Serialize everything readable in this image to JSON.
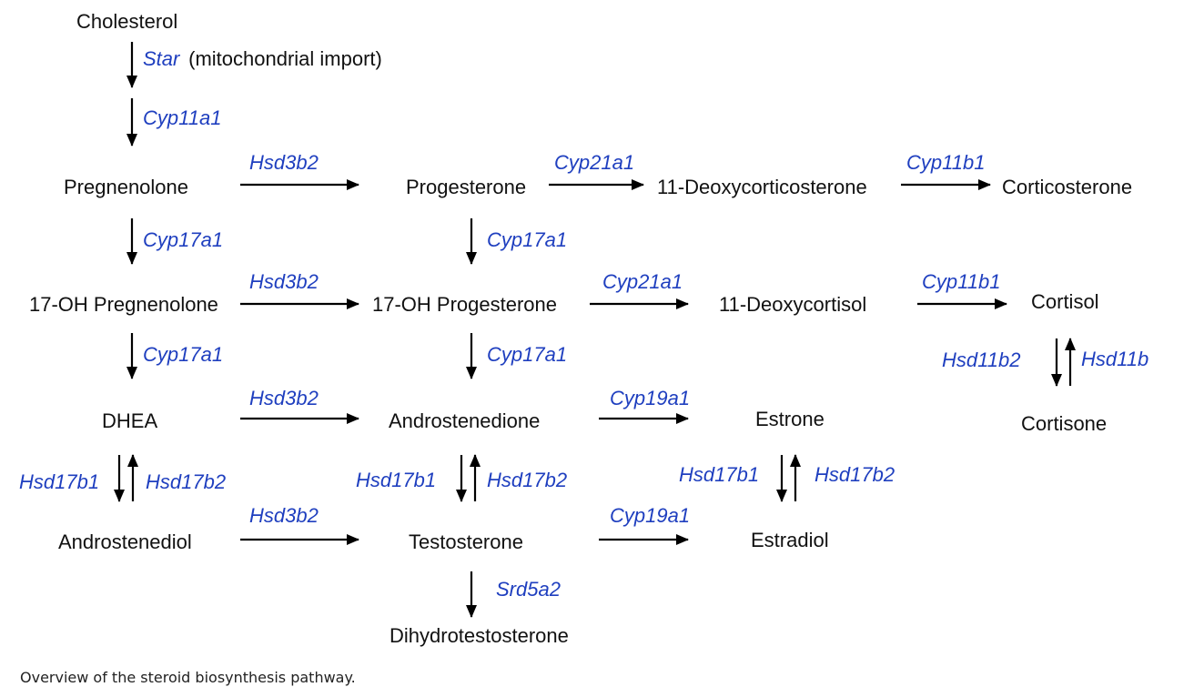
{
  "colors": {
    "text": "#111111",
    "enzyme": "#1f3fbf",
    "arrow": "#000000"
  },
  "compounds": {
    "cholesterol": "Cholesterol",
    "pregnenolone": "Pregnenolone",
    "progesterone": "Progesterone",
    "deoxycorticosterone": "11-Deoxycorticosterone",
    "corticosterone": "Corticosterone",
    "oh_pregnenolone": "17-OH Pregnenolone",
    "oh_progesterone": "17-OH Progesterone",
    "deoxycortisol": "11-Deoxycortisol",
    "cortisol": "Cortisol",
    "dhea": "DHEA",
    "androstenedione": "Androstenedione",
    "estrone": "Estrone",
    "cortisone": "Cortisone",
    "androstenediol": "Androstenediol",
    "testosterone": "Testosterone",
    "estradiol": "Estradiol",
    "dihydrotestosterone": "Dihydrotestosterone"
  },
  "enzymes": {
    "star": "Star",
    "star_note": " (mitochondrial import)",
    "cyp11a1": "Cyp11a1",
    "hsd3b2_1": "Hsd3b2",
    "cyp21a1_1": "Cyp21a1",
    "cyp11b1_1": "Cyp11b1",
    "cyp17a1_1": "Cyp17a1",
    "cyp17a1_2": "Cyp17a1",
    "hsd3b2_2": "Hsd3b2",
    "cyp21a1_2": "Cyp21a1",
    "cyp11b1_2": "Cyp11b1",
    "cyp17a1_3": "Cyp17a1",
    "cyp17a1_4": "Cyp17a1",
    "hsd11b2": "Hsd11b2",
    "hsd11b": "Hsd11b",
    "hsd3b2_3": "Hsd3b2",
    "cyp19a1_1": "Cyp19a1",
    "hsd17b1_1": "Hsd17b1",
    "hsd17b2_1": "Hsd17b2",
    "hsd17b1_2": "Hsd17b1",
    "hsd17b2_2": "Hsd17b2",
    "hsd17b1_3": "Hsd17b1",
    "hsd17b2_3": "Hsd17b2",
    "hsd3b2_4": "Hsd3b2",
    "cyp19a1_2": "Cyp19a1",
    "srd5a2": "Srd5a2"
  },
  "caption": "Overview of the steroid biosynthesis pathway."
}
